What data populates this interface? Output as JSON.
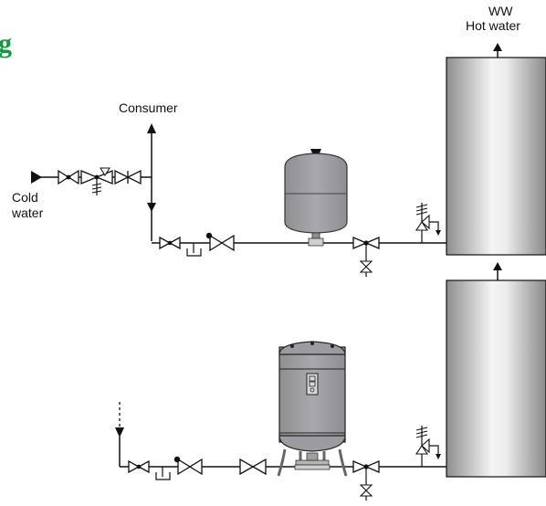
{
  "colors": {
    "brand": "#0f9a3c",
    "line": "#111111",
    "vessel": "#9c9ca0",
    "tank_light": "#f2f2f2",
    "tank_dark": "#8a8a8a"
  },
  "brand_fragment": "g",
  "labels": {
    "ww": "WW",
    "hot_water": "Hot water",
    "consumer": "Consumer",
    "cold_line1": "Cold",
    "cold_line2": "water"
  },
  "gauge_marks": "ooo"
}
